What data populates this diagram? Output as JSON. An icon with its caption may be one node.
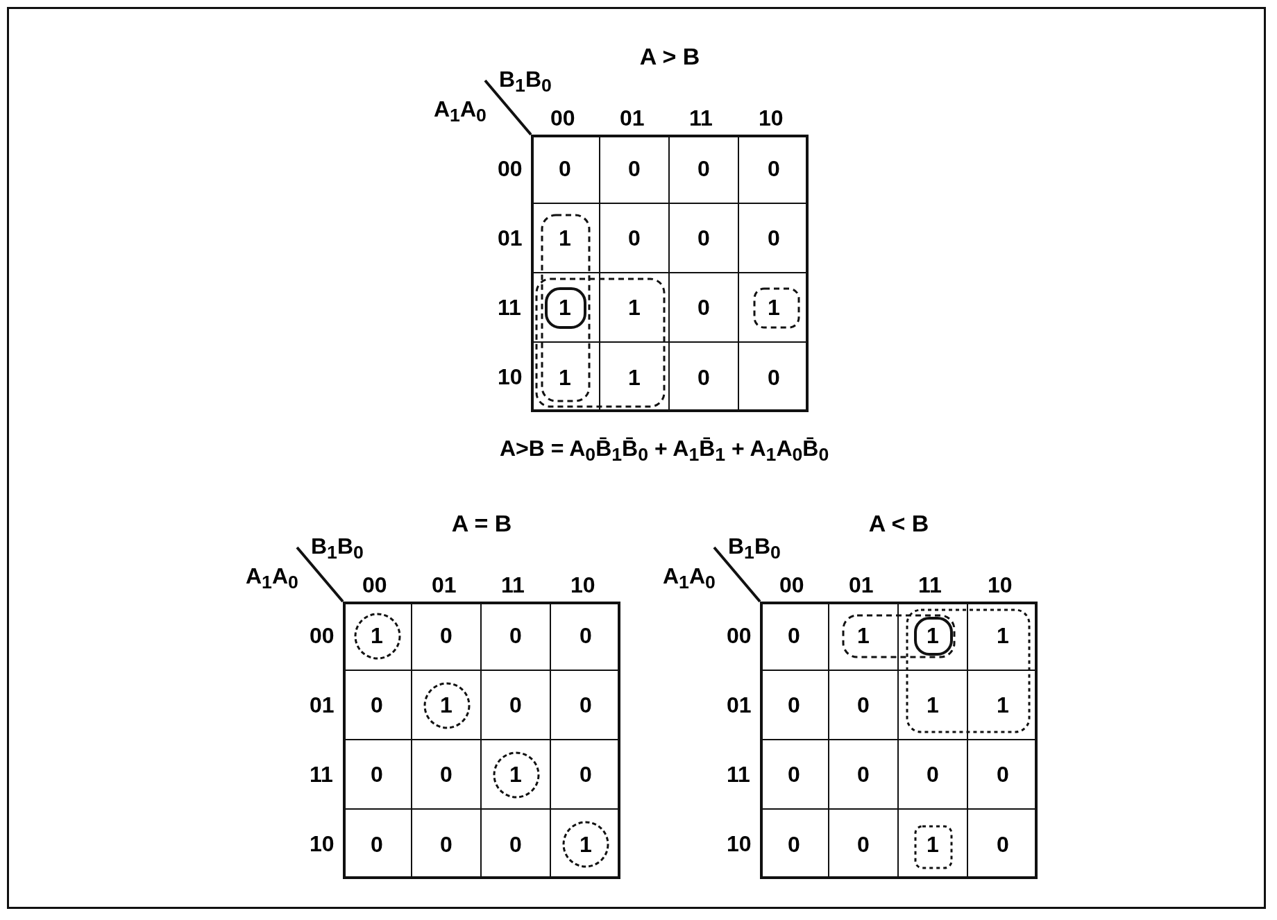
{
  "diagram": {
    "nodes": [
      {
        "text": [
          "A > B"
        ]
      },
      {
        "text": [
          "0"
        ],
        "in": 0
      },
      {
        "text": [
          "0"
        ],
        "in": 0
      },
      {
        "text": [
          "0"
        ],
        "in": 0
      },
      {
        "text": [
          "0"
        ],
        "in": 0
      },
      {
        "text": [
          "1"
        ],
        "in": 0
      },
      {
        "text": [
          "0"
        ],
        "in": 0
      },
      {
        "text": [
          "0"
        ],
        "in": 0
      },
      {
        "text": [
          "0"
        ],
        "in": 0
      },
      {
        "text": [
          "1"
        ],
        "in": 0
      },
      {
        "text": [
          "1"
        ],
        "in": 0
      },
      {
        "text": [
          "0"
        ],
        "in": 0
      },
      {
        "text": [
          "1"
        ],
        "in": 0
      },
      {
        "text": [
          "1"
        ],
        "in": 0
      },
      {
        "text": [
          "1"
        ],
        "in": 0
      },
      {
        "text": [
          "0"
        ],
        "in": 0
      },
      {
        "text": [
          "0"
        ],
        "in": 0
      },
      {
        "text": [
          "A = B"
        ]
      },
      {
        "text": [
          "1"
        ],
        "in": 17
      },
      {
        "text": [
          "0"
        ],
        "in": 17
      },
      {
        "text": [
          "0"
        ],
        "in": 17
      },
      {
        "text": [
          "0"
        ],
        "in": 17
      },
      {
        "text": [
          "0"
        ],
        "in": 17
      },
      {
        "text": [
          "1"
        ],
        "in": 17
      },
      {
        "text": [
          "0"
        ],
        "in": 17
      },
      {
        "text": [
          "0"
        ],
        "in": 17
      },
      {
        "text": [
          "0"
        ],
        "in": 17
      },
      {
        "text": [
          "0"
        ],
        "in": 17
      },
      {
        "text": [
          "1"
        ],
        "in": 17
      },
      {
        "text": [
          "0"
        ],
        "in": 17
      },
      {
        "text": [
          "0"
        ],
        "in": 17
      },
      {
        "text": [
          "0"
        ],
        "in": 17
      },
      {
        "text": [
          "0"
        ],
        "in": 17
      },
      {
        "text": [
          "1"
        ],
        "in": 17
      },
      {
        "text": [
          "A < B"
        ]
      },
      {
        "text": [
          "0"
        ],
        "in": 34
      },
      {
        "text": [
          "1"
        ],
        "in": 34
      },
      {
        "text": [
          "1"
        ],
        "in": 34
      },
      {
        "text": [
          "1"
        ],
        "in": 34
      },
      {
        "text": [
          "0"
        ],
        "in": 34
      },
      {
        "text": [
          "0"
        ],
        "in": 34
      },
      {
        "text": [
          "1"
        ],
        "in": 34
      },
      {
        "text": [
          "1"
        ],
        "in": 34
      },
      {
        "text": [
          "0"
        ],
        "in": 34
      },
      {
        "text": [
          "0"
        ],
        "in": 34
      },
      {
        "text": [
          "0"
        ],
        "in": 34
      },
      {
        "text": [
          "0"
        ],
        "in": 34
      },
      {
        "text": [
          "0"
        ],
        "in": 34
      },
      {
        "text": [
          "0"
        ],
        "in": 34
      },
      {
        "text": [
          "1"
        ],
        "in": 34
      },
      {
        "text": [
          "0"
        ],
        "in": 34
      }
    ],
    "labels": [
      "B$_{1}$B$_{0}$",
      "A$_{1}$A$_{0}$",
      "00",
      "01",
      "11",
      "10",
      "00",
      "01",
      "11",
      "10",
      "A>B = A$_{0}$B̄$_{1}$B̄$_{0}$ + A$_{1}$B̄$_{1}$ + A$_{1}$A$_{0}$B̄$_{0}$",
      "B$_{1}$B$_{0}$",
      "A$_{1}$A$_{0}$",
      "00",
      "01",
      "11",
      "10",
      "00",
      "01",
      "11",
      "10",
      "B$_{1}$B$_{0}$",
      "A$_{1}$A$_{0}$",
      "00",
      "01",
      "11",
      "10",
      "00",
      "01",
      "11",
      "10"
    ]
  }
}
